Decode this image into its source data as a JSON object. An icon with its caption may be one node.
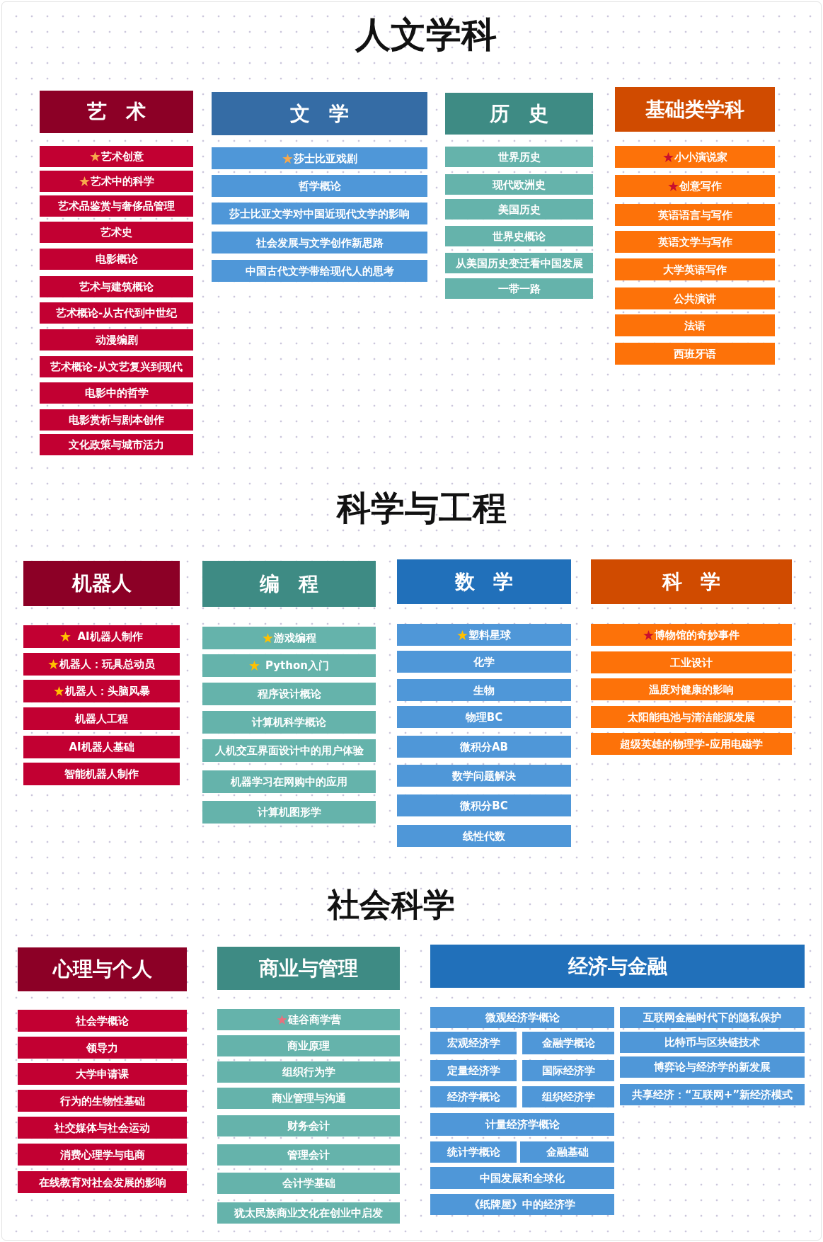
{
  "diagram": {
    "nodes": [
      {
        "text": [
          "艺 术"
        ]
      },
      {
        "text": [
          "艺术创意"
        ]
      },
      {
        "text": [
          "艺术中的科学"
        ]
      },
      {
        "text": [
          "艺术品鉴赏与奢侈品管理"
        ]
      },
      {
        "text": [
          "艺术史"
        ]
      },
      {
        "text": [
          "电影概论"
        ]
      },
      {
        "text": [
          "艺术与建筑概论"
        ]
      },
      {
        "text": [
          "艺术概论-从古代到中世纪"
        ]
      },
      {
        "text": [
          "动漫编剧"
        ]
      },
      {
        "text": [
          "艺术概论-从文艺复兴到现代"
        ]
      },
      {
        "text": [
          "电影中的哲学"
        ]
      },
      {
        "text": [
          "电影赏析与剧本创作"
        ]
      },
      {
        "text": [
          "文化政策与城市活力"
        ]
      },
      {
        "text": [
          "文 学"
        ]
      },
      {
        "text": [
          "莎士比亚戏剧"
        ]
      },
      {
        "text": [
          "哲学概论"
        ]
      },
      {
        "text": [
          "莎士比亚文学对中国近现代文学的影响"
        ]
      },
      {
        "text": [
          "社会发展与文学创作新思路"
        ]
      },
      {
        "text": [
          "中国古代文学带给现代人的思考"
        ]
      },
      {
        "text": [
          "历 史"
        ]
      },
      {
        "text": [
          "世界历史"
        ]
      },
      {
        "text": [
          "现代欧洲史"
        ]
      },
      {
        "text": [
          "美国历史"
        ]
      },
      {
        "text": [
          "世界史概论"
        ]
      },
      {
        "text": [
          "从美国历史变迁看中国发展"
        ]
      },
      {
        "text": [
          "一带一路"
        ]
      },
      {
        "text": [
          "基础类学科"
        ]
      },
      {
        "text": [
          "小小演说家"
        ]
      },
      {
        "text": [
          "创意写作"
        ]
      },
      {
        "text": [
          "英语语言与写作"
        ]
      },
      {
        "text": [
          "英语文学与写作"
        ]
      },
      {
        "text": [
          "大学英语写作"
        ]
      },
      {
        "text": [
          "公共演讲"
        ]
      },
      {
        "text": [
          "法语"
        ]
      },
      {
        "text": [
          "西班牙语"
        ]
      },
      {
        "text": [
          "机器人"
        ]
      },
      {
        "text": [
          "AI机器人制作"
        ]
      },
      {
        "text": [
          "机器人：玩具总动员"
        ]
      },
      {
        "text": [
          "机器人：头脑风暴"
        ]
      },
      {
        "text": [
          "机器人工程"
        ]
      },
      {
        "text": [
          "AI机器人基础"
        ]
      },
      {
        "text": [
          "智能机器人制作"
        ]
      },
      {
        "text": [
          "编 程"
        ]
      },
      {
        "text": [
          "游戏编程"
        ]
      },
      {
        "text": [
          "Python入门"
        ]
      },
      {
        "text": [
          "程序设计概论"
        ]
      },
      {
        "text": [
          "计算机科学概论"
        ]
      },
      {
        "text": [
          "人机交互界面设计中的用户体验"
        ]
      },
      {
        "text": [
          "机器学习在网购中的应用"
        ]
      },
      {
        "text": [
          "计算机图形学"
        ]
      },
      {
        "text": [
          "数 学"
        ]
      },
      {
        "text": [
          "塑料星球"
        ]
      },
      {
        "text": [
          "化学"
        ]
      },
      {
        "text": [
          "生物"
        ]
      },
      {
        "text": [
          "物理BC"
        ]
      },
      {
        "text": [
          "微积分AB"
        ]
      },
      {
        "text": [
          "数学问题解决"
        ]
      },
      {
        "text": [
          "微积分BC"
        ]
      },
      {
        "text": [
          "线性代数"
        ]
      },
      {
        "text": [
          "科 学"
        ]
      },
      {
        "text": [
          "博物馆的奇妙事件"
        ]
      },
      {
        "text": [
          "工业设计"
        ]
      },
      {
        "text": [
          "温度对健康的影响"
        ]
      },
      {
        "text": [
          "太阳能电池与清洁能源发展"
        ]
      },
      {
        "text": [
          "超级英雄的物理学-应用电磁学"
        ]
      },
      {
        "text": [
          "心理与个人"
        ]
      },
      {
        "text": [
          "社会学概论"
        ]
      },
      {
        "text": [
          "领导力"
        ]
      },
      {
        "text": [
          "大学申请课"
        ]
      },
      {
        "text": [
          "行为的生物性基础"
        ]
      },
      {
        "text": [
          "社交媒体与社会运动"
        ]
      },
      {
        "text": [
          "消费心理学与电商"
        ]
      },
      {
        "text": [
          "在线教育对社会发展的影响"
        ]
      },
      {
        "text": [
          "商业与管理"
        ]
      },
      {
        "text": [
          "硅谷商学营"
        ]
      },
      {
        "text": [
          "商业原理"
        ]
      },
      {
        "text": [
          "组织行为学"
        ]
      },
      {
        "text": [
          "商业管理与沟通"
        ]
      },
      {
        "text": [
          "财务会计"
        ]
      },
      {
        "text": [
          "管理会计"
        ]
      },
      {
        "text": [
          "会计学基础"
        ]
      },
      {
        "text": [
          "犹太民族商业文化在创业中启发"
        ]
      },
      {
        "text": [
          "经济与金融"
        ]
      },
      {
        "text": [
          "微观经济学概论"
        ]
      },
      {
        "text": [
          "宏观经济学"
        ]
      },
      {
        "text": [
          "金融学概论"
        ]
      },
      {
        "text": [
          "定量经济学"
        ]
      },
      {
        "text": [
          "国际经济学"
        ]
      },
      {
        "text": [
          "经济学概论"
        ]
      },
      {
        "text": [
          "组织经济学"
        ]
      },
      {
        "text": [
          "计量经济学概论"
        ]
      },
      {
        "text": [
          "统计学概论"
        ]
      },
      {
        "text": [
          "金融基础"
        ]
      },
      {
        "text": [
          "中国发展和全球化"
        ]
      },
      {
        "text": [
          "《纸牌屋》中的经济学"
        ]
      },
      {
        "text": [
          "互联网金融时代下的隐私保护"
        ]
      },
      {
        "text": [
          "比特币与区块链技术"
        ]
      },
      {
        "text": [
          "博弈论与经济学的新发展"
        ]
      },
      {
        "text": [
          "共享经济：“互联网+”新经济模式"
        ]
      }
    ],
    "labels": [
      "人文学科",
      "科学与工程",
      "社会科学"
    ]
  }
}
